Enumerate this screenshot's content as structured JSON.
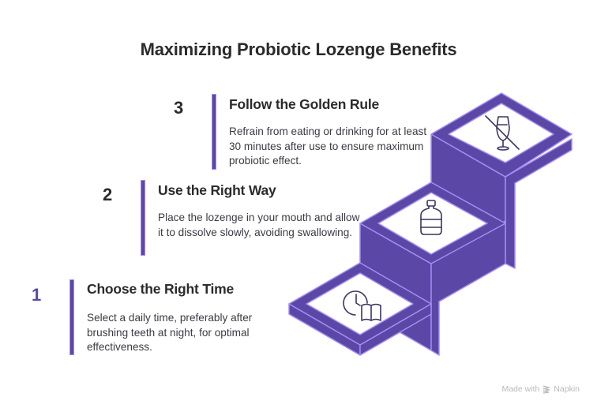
{
  "title": "Maximizing Probiotic Lozenge Benefits",
  "colors": {
    "primary": "#5b48a6",
    "accent_outline": "#a48bf5",
    "text_dark": "#2b2b2b",
    "icon_stroke": "#3d3560"
  },
  "steps": [
    {
      "number": "1",
      "heading": "Choose the Right Time",
      "description": "Select a daily time, preferably after brushing teeth at night, for optimal effectiveness.",
      "icon": "clock-book-icon"
    },
    {
      "number": "2",
      "heading": "Use the Right Way",
      "description": "Place the lozenge in your mouth and allow it to dissolve slowly, avoiding swallowing.",
      "icon": "bottle-icon"
    },
    {
      "number": "3",
      "heading": "Follow the Golden Rule",
      "description": "Refrain from eating or drinking for at least 30 minutes after use to ensure maximum probiotic effect.",
      "icon": "no-drink-icon"
    }
  ],
  "footer": {
    "made_with": "Made with",
    "brand": "Napkin"
  }
}
